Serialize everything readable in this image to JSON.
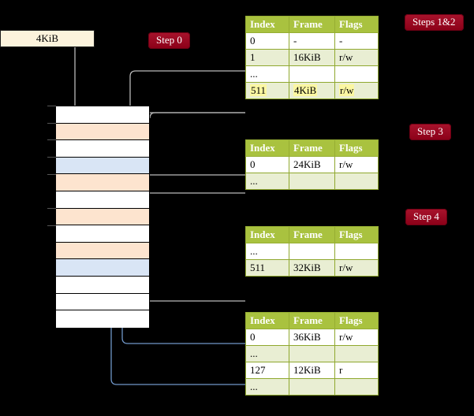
{
  "diagram": {
    "title_labels": {
      "steps_1_2": "Steps 1&2",
      "step_3": "Step 3",
      "step_4": "Step 4",
      "step_0": "Step 0"
    },
    "virtual_address_box": {
      "label": "4KiB"
    },
    "memory_grid": {
      "rows": [
        {
          "fill": "white"
        },
        {
          "fill": "orange"
        },
        {
          "fill": "white"
        },
        {
          "fill": "blue"
        },
        {
          "fill": "orange"
        },
        {
          "fill": "white"
        },
        {
          "fill": "orange"
        },
        {
          "fill": "white"
        },
        {
          "fill": "orange"
        },
        {
          "fill": "blue"
        },
        {
          "fill": "white"
        },
        {
          "fill": "white"
        },
        {
          "fill": "white"
        }
      ]
    },
    "tables": [
      {
        "name": "pml4-table",
        "headers": [
          "Index",
          "Frame",
          "Flags"
        ],
        "rows": [
          {
            "style": "plain",
            "cells": [
              "0",
              "-",
              "-"
            ],
            "highlight": false
          },
          {
            "style": "alt",
            "cells": [
              "1",
              "16KiB",
              "r/w"
            ],
            "highlight": false
          },
          {
            "style": "plain",
            "cells": [
              "...",
              "",
              ""
            ],
            "highlight": false
          },
          {
            "style": "alt",
            "cells": [
              "511",
              "4KiB",
              "r/w"
            ],
            "highlight": true
          }
        ]
      },
      {
        "name": "pdp-table",
        "headers": [
          "Index",
          "Frame",
          "Flags"
        ],
        "rows": [
          {
            "style": "plain",
            "cells": [
              "0",
              "24KiB",
              "r/w"
            ],
            "highlight": false
          },
          {
            "style": "alt",
            "cells": [
              "...",
              "",
              ""
            ],
            "highlight": false
          }
        ]
      },
      {
        "name": "pd-table",
        "headers": [
          "Index",
          "Frame",
          "Flags"
        ],
        "rows": [
          {
            "style": "plain",
            "cells": [
              "...",
              "",
              ""
            ],
            "highlight": false
          },
          {
            "style": "alt",
            "cells": [
              "511",
              "32KiB",
              "r/w"
            ],
            "highlight": false
          }
        ]
      },
      {
        "name": "pt-table",
        "headers": [
          "Index",
          "Frame",
          "Flags"
        ],
        "rows": [
          {
            "style": "plain",
            "cells": [
              "0",
              "36KiB",
              "r/w"
            ],
            "highlight": false
          },
          {
            "style": "alt",
            "cells": [
              "...",
              "",
              ""
            ],
            "highlight": false
          },
          {
            "style": "plain",
            "cells": [
              "127",
              "12KiB",
              "r"
            ],
            "highlight": false
          },
          {
            "style": "alt",
            "cells": [
              "...",
              "",
              ""
            ],
            "highlight": false
          }
        ]
      }
    ],
    "colors": {
      "background": "#000000",
      "table_header": "#a9c23f",
      "table_alt_row": "#e9eed3",
      "highlight": "#fbf7a2",
      "badge": "#a00020",
      "grid_orange": "#fde4cf",
      "grid_blue": "#d9e5f5",
      "wire_gray": "#b3b3b3",
      "wire_blue": "#6f96c8",
      "box_cream": "#fcf3dc"
    }
  }
}
